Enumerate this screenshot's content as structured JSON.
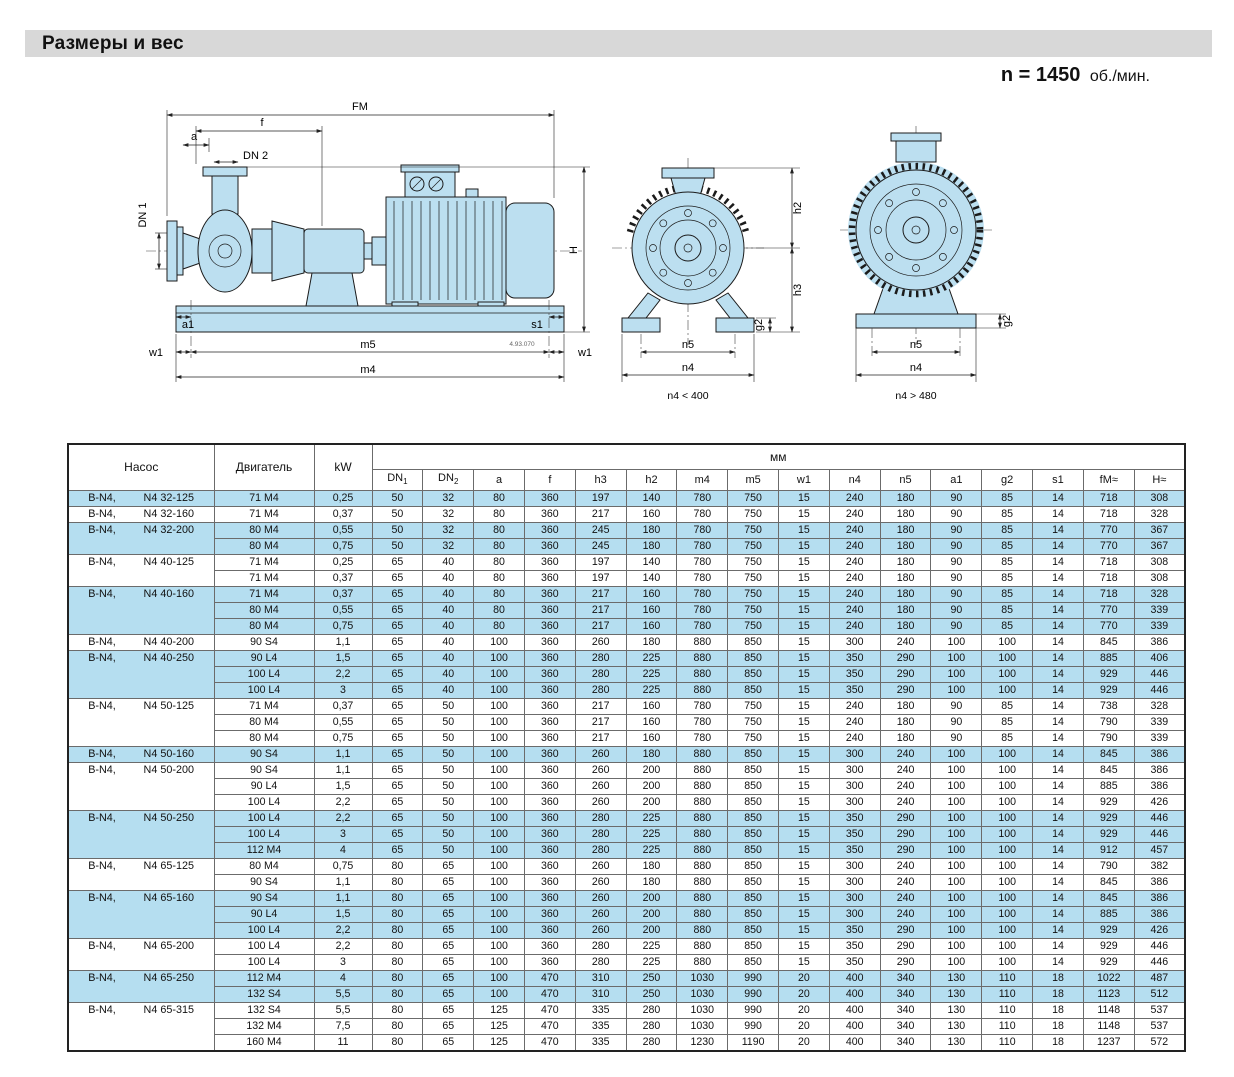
{
  "page": {
    "title": "Размеры и вес",
    "speed_value": "n = 1450",
    "speed_unit": "об./мин."
  },
  "colors": {
    "highlight_row": "#b5def0",
    "drawing_fill": "#bcdff0",
    "titlebar_bg": "#d8d8d8"
  },
  "drawing": {
    "labels": {
      "fm": "FM",
      "f": "f",
      "a": "a",
      "dn2": "DN 2",
      "dn1": "DN 1",
      "h": "H",
      "a1": "a1",
      "s1": "s1",
      "w1": "w1",
      "m5": "m5",
      "m4": "m4",
      "h2": "h2",
      "h3": "h3",
      "g2": "g2",
      "n5": "n5",
      "n4": "n4",
      "caption_left": "n4 < 400",
      "caption_right": "n4 > 480",
      "ref_number": "4.93.070"
    }
  },
  "table": {
    "header": {
      "pump": "Насос",
      "motor": "Двигатель",
      "kw": "kW",
      "unit": "мм",
      "dims": [
        "DN1",
        "DN2",
        "a",
        "f",
        "h3",
        "h2",
        "m4",
        "m5",
        "w1",
        "n4",
        "n5",
        "a1",
        "g2",
        "s1",
        "fM≈",
        "H≈"
      ]
    },
    "groups": [
      {
        "series": "B-N4,",
        "model": "N4 32-125",
        "highlight": true,
        "rows": [
          {
            "motor": "71 M4",
            "kw": "0,25",
            "dims": [
              50,
              32,
              80,
              360,
              197,
              140,
              780,
              750,
              15,
              240,
              180,
              90,
              85,
              14,
              718,
              308
            ]
          }
        ]
      },
      {
        "series": "B-N4,",
        "model": "N4 32-160",
        "highlight": false,
        "rows": [
          {
            "motor": "71 M4",
            "kw": "0,37",
            "dims": [
              50,
              32,
              80,
              360,
              217,
              160,
              780,
              750,
              15,
              240,
              180,
              90,
              85,
              14,
              718,
              328
            ]
          }
        ]
      },
      {
        "series": "B-N4,",
        "model": "N4 32-200",
        "highlight": true,
        "rows": [
          {
            "motor": "80 M4",
            "kw": "0,55",
            "dims": [
              50,
              32,
              80,
              360,
              245,
              180,
              780,
              750,
              15,
              240,
              180,
              90,
              85,
              14,
              770,
              367
            ]
          },
          {
            "motor": "80 M4",
            "kw": "0,75",
            "dims": [
              50,
              32,
              80,
              360,
              245,
              180,
              780,
              750,
              15,
              240,
              180,
              90,
              85,
              14,
              770,
              367
            ]
          }
        ]
      },
      {
        "series": "B-N4,",
        "model": "N4 40-125",
        "highlight": false,
        "rows": [
          {
            "motor": "71 M4",
            "kw": "0,25",
            "dims": [
              65,
              40,
              80,
              360,
              197,
              140,
              780,
              750,
              15,
              240,
              180,
              90,
              85,
              14,
              718,
              308
            ]
          },
          {
            "motor": "71 M4",
            "kw": "0,37",
            "dims": [
              65,
              40,
              80,
              360,
              197,
              140,
              780,
              750,
              15,
              240,
              180,
              90,
              85,
              14,
              718,
              308
            ]
          }
        ]
      },
      {
        "series": "B-N4,",
        "model": "N4 40-160",
        "highlight": true,
        "rows": [
          {
            "motor": "71 M4",
            "kw": "0,37",
            "dims": [
              65,
              40,
              80,
              360,
              217,
              160,
              780,
              750,
              15,
              240,
              180,
              90,
              85,
              14,
              718,
              328
            ]
          },
          {
            "motor": "80 M4",
            "kw": "0,55",
            "dims": [
              65,
              40,
              80,
              360,
              217,
              160,
              780,
              750,
              15,
              240,
              180,
              90,
              85,
              14,
              770,
              339
            ]
          },
          {
            "motor": "80 M4",
            "kw": "0,75",
            "dims": [
              65,
              40,
              80,
              360,
              217,
              160,
              780,
              750,
              15,
              240,
              180,
              90,
              85,
              14,
              770,
              339
            ]
          }
        ]
      },
      {
        "series": "B-N4,",
        "model": "N4 40-200",
        "highlight": false,
        "rows": [
          {
            "motor": "90 S4",
            "kw": "1,1",
            "dims": [
              65,
              40,
              100,
              360,
              260,
              180,
              880,
              850,
              15,
              300,
              240,
              100,
              100,
              14,
              845,
              386
            ]
          }
        ]
      },
      {
        "series": "B-N4,",
        "model": "N4 40-250",
        "highlight": true,
        "rows": [
          {
            "motor": "90 L4",
            "kw": "1,5",
            "dims": [
              65,
              40,
              100,
              360,
              280,
              225,
              880,
              850,
              15,
              350,
              290,
              100,
              100,
              14,
              885,
              406
            ]
          },
          {
            "motor": "100 L4",
            "kw": "2,2",
            "dims": [
              65,
              40,
              100,
              360,
              280,
              225,
              880,
              850,
              15,
              350,
              290,
              100,
              100,
              14,
              929,
              446
            ]
          },
          {
            "motor": "100 L4",
            "kw": "3",
            "dims": [
              65,
              40,
              100,
              360,
              280,
              225,
              880,
              850,
              15,
              350,
              290,
              100,
              100,
              14,
              929,
              446
            ]
          }
        ]
      },
      {
        "series": "B-N4,",
        "model": "N4 50-125",
        "highlight": false,
        "rows": [
          {
            "motor": "71 M4",
            "kw": "0,37",
            "dims": [
              65,
              50,
              100,
              360,
              217,
              160,
              780,
              750,
              15,
              240,
              180,
              90,
              85,
              14,
              738,
              328
            ]
          },
          {
            "motor": "80 M4",
            "kw": "0,55",
            "dims": [
              65,
              50,
              100,
              360,
              217,
              160,
              780,
              750,
              15,
              240,
              180,
              90,
              85,
              14,
              790,
              339
            ]
          },
          {
            "motor": "80 M4",
            "kw": "0,75",
            "dims": [
              65,
              50,
              100,
              360,
              217,
              160,
              780,
              750,
              15,
              240,
              180,
              90,
              85,
              14,
              790,
              339
            ]
          }
        ]
      },
      {
        "series": "B-N4,",
        "model": "N4 50-160",
        "highlight": true,
        "rows": [
          {
            "motor": "90 S4",
            "kw": "1,1",
            "dims": [
              65,
              50,
              100,
              360,
              260,
              180,
              880,
              850,
              15,
              300,
              240,
              100,
              100,
              14,
              845,
              386
            ]
          }
        ]
      },
      {
        "series": "B-N4,",
        "model": "N4 50-200",
        "highlight": false,
        "rows": [
          {
            "motor": "90 S4",
            "kw": "1,1",
            "dims": [
              65,
              50,
              100,
              360,
              260,
              200,
              880,
              850,
              15,
              300,
              240,
              100,
              100,
              14,
              845,
              386
            ]
          },
          {
            "motor": "90 L4",
            "kw": "1,5",
            "dims": [
              65,
              50,
              100,
              360,
              260,
              200,
              880,
              850,
              15,
              300,
              240,
              100,
              100,
              14,
              885,
              386
            ]
          },
          {
            "motor": "100 L4",
            "kw": "2,2",
            "dims": [
              65,
              50,
              100,
              360,
              260,
              200,
              880,
              850,
              15,
              300,
              240,
              100,
              100,
              14,
              929,
              426
            ]
          }
        ]
      },
      {
        "series": "B-N4,",
        "model": "N4 50-250",
        "highlight": true,
        "rows": [
          {
            "motor": "100 L4",
            "kw": "2,2",
            "dims": [
              65,
              50,
              100,
              360,
              280,
              225,
              880,
              850,
              15,
              350,
              290,
              100,
              100,
              14,
              929,
              446
            ]
          },
          {
            "motor": "100 L4",
            "kw": "3",
            "dims": [
              65,
              50,
              100,
              360,
              280,
              225,
              880,
              850,
              15,
              350,
              290,
              100,
              100,
              14,
              929,
              446
            ]
          },
          {
            "motor": "112 M4",
            "kw": "4",
            "dims": [
              65,
              50,
              100,
              360,
              280,
              225,
              880,
              850,
              15,
              350,
              290,
              100,
              100,
              14,
              912,
              457
            ]
          }
        ]
      },
      {
        "series": "B-N4,",
        "model": "N4 65-125",
        "highlight": false,
        "rows": [
          {
            "motor": "80 M4",
            "kw": "0,75",
            "dims": [
              80,
              65,
              100,
              360,
              260,
              180,
              880,
              850,
              15,
              300,
              240,
              100,
              100,
              14,
              790,
              382
            ]
          },
          {
            "motor": "90 S4",
            "kw": "1,1",
            "dims": [
              80,
              65,
              100,
              360,
              260,
              180,
              880,
              850,
              15,
              300,
              240,
              100,
              100,
              14,
              845,
              386
            ]
          }
        ]
      },
      {
        "series": "B-N4,",
        "model": "N4 65-160",
        "highlight": true,
        "rows": [
          {
            "motor": "90 S4",
            "kw": "1,1",
            "dims": [
              80,
              65,
              100,
              360,
              260,
              200,
              880,
              850,
              15,
              300,
              240,
              100,
              100,
              14,
              845,
              386
            ]
          },
          {
            "motor": "90 L4",
            "kw": "1,5",
            "dims": [
              80,
              65,
              100,
              360,
              260,
              200,
              880,
              850,
              15,
              300,
              240,
              100,
              100,
              14,
              885,
              386
            ]
          },
          {
            "motor": "100 L4",
            "kw": "2,2",
            "dims": [
              80,
              65,
              100,
              360,
              260,
              200,
              880,
              850,
              15,
              350,
              290,
              100,
              100,
              14,
              929,
              426
            ]
          }
        ]
      },
      {
        "series": "B-N4,",
        "model": "N4 65-200",
        "highlight": false,
        "rows": [
          {
            "motor": "100 L4",
            "kw": "2,2",
            "dims": [
              80,
              65,
              100,
              360,
              280,
              225,
              880,
              850,
              15,
              350,
              290,
              100,
              100,
              14,
              929,
              446
            ]
          },
          {
            "motor": "100 L4",
            "kw": "3",
            "dims": [
              80,
              65,
              100,
              360,
              280,
              225,
              880,
              850,
              15,
              350,
              290,
              100,
              100,
              14,
              929,
              446
            ]
          }
        ]
      },
      {
        "series": "B-N4,",
        "model": "N4 65-250",
        "highlight": true,
        "rows": [
          {
            "motor": "112 M4",
            "kw": "4",
            "dims": [
              80,
              65,
              100,
              470,
              310,
              250,
              1030,
              990,
              20,
              400,
              340,
              130,
              110,
              18,
              1022,
              487
            ]
          },
          {
            "motor": "132 S4",
            "kw": "5,5",
            "dims": [
              80,
              65,
              100,
              470,
              310,
              250,
              1030,
              990,
              20,
              400,
              340,
              130,
              110,
              18,
              1123,
              512
            ]
          }
        ]
      },
      {
        "series": "B-N4,",
        "model": "N4 65-315",
        "highlight": false,
        "rows": [
          {
            "motor": "132 S4",
            "kw": "5,5",
            "dims": [
              80,
              65,
              125,
              470,
              335,
              280,
              1030,
              990,
              20,
              400,
              340,
              130,
              110,
              18,
              1148,
              537
            ]
          },
          {
            "motor": "132 M4",
            "kw": "7,5",
            "dims": [
              80,
              65,
              125,
              470,
              335,
              280,
              1030,
              990,
              20,
              400,
              340,
              130,
              110,
              18,
              1148,
              537
            ]
          },
          {
            "motor": "160 M4",
            "kw": "11",
            "dims": [
              80,
              65,
              125,
              470,
              335,
              280,
              1230,
              1190,
              20,
              400,
              340,
              130,
              110,
              18,
              1237,
              572
            ]
          }
        ]
      }
    ]
  }
}
